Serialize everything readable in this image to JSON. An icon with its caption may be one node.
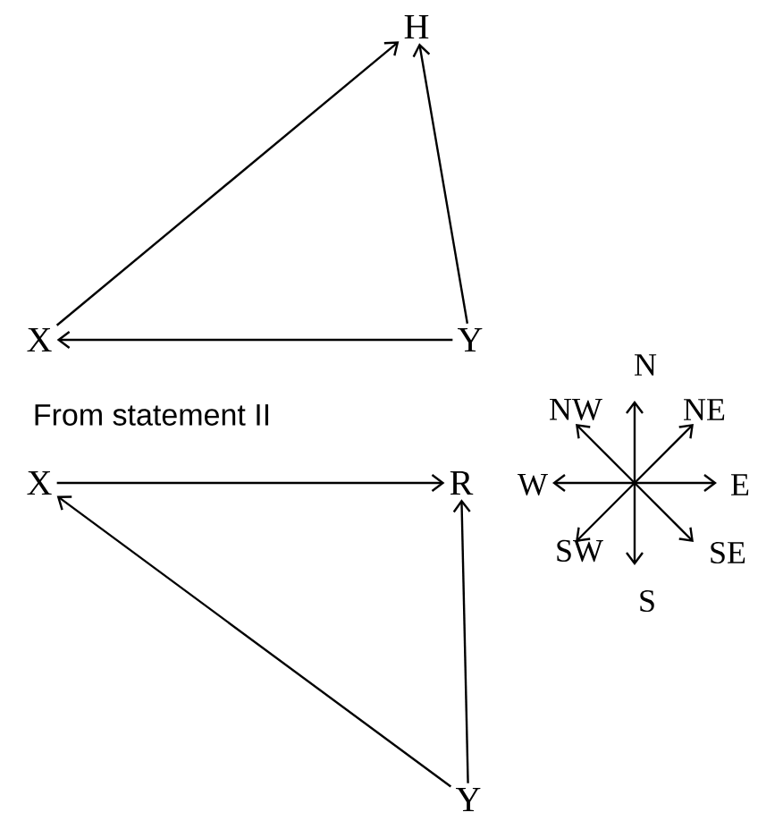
{
  "diagram": {
    "nodes": [
      {
        "text": [
          "H"
        ]
      },
      {
        "text": [
          "X"
        ]
      },
      {
        "text": [
          "Y"
        ]
      },
      {
        "text": [
          "X"
        ]
      },
      {
        "text": [
          "R"
        ]
      },
      {
        "text": [
          "Y"
        ]
      }
    ],
    "edges": [
      {
        "from": 1,
        "to": 0,
        "arrow": "to"
      },
      {
        "from": 2,
        "to": 0,
        "arrow": "to"
      },
      {
        "from": 2,
        "to": 1,
        "arrow": "to"
      },
      {
        "from": 3,
        "to": 4,
        "arrow": "to"
      },
      {
        "from": 5,
        "to": 3,
        "arrow": "to"
      },
      {
        "from": 5,
        "to": 4,
        "arrow": "to"
      }
    ],
    "labels": [
      "From statement II",
      "N",
      "NW",
      "NE",
      "W",
      "E",
      "SW",
      "SE",
      "S"
    ]
  }
}
